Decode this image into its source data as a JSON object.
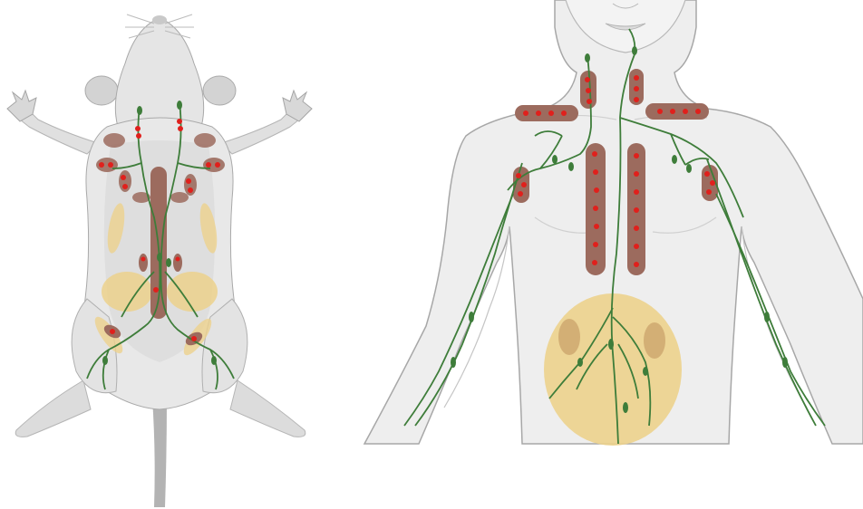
{
  "figure": {
    "panels": [
      {
        "id": "mouse",
        "subject": "mouse-ventral-view"
      },
      {
        "id": "human",
        "subject": "human-torso-front-view"
      }
    ]
  },
  "colors": {
    "body_fill": "#e5e5e5",
    "body_fill_light": "#efefef",
    "body_shade": "#d6d6d6",
    "outline": "#a9a9a9",
    "lymph_vessel": "#3e7d3a",
    "lymph_node_red": "#e0201c",
    "lymph_tissue_brown": "#9c6b5e",
    "abdomen_tan": "#ecd18c",
    "tail": "#b3b3b3"
  }
}
